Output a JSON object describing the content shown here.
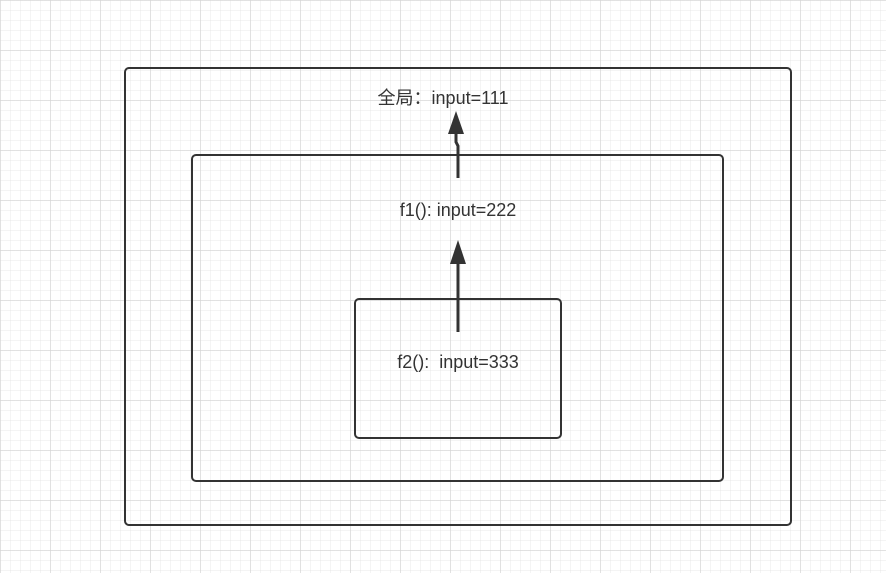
{
  "diagram": {
    "scopes": {
      "global": {
        "label": "全局：input=111"
      },
      "f1": {
        "label": "f1(): input=222"
      },
      "f2": {
        "label": "f2():  input=333"
      }
    },
    "arrows": [
      {
        "from": "f2",
        "to": "f1"
      },
      {
        "from": "f1",
        "to": "global"
      }
    ],
    "colors": {
      "stroke": "#333333",
      "grid": "#d2d2d2",
      "background": "#ffffff"
    }
  }
}
